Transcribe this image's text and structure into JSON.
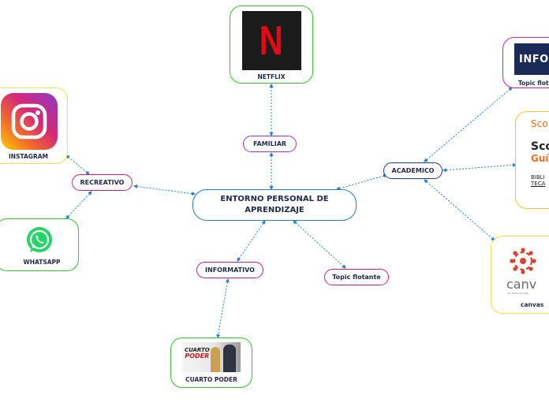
{
  "central": "ENTORNO PERSONAL DE APRENDIZAJE",
  "branches": {
    "familiar": "FAMILIAR",
    "recreativo": "RECREATIVO",
    "informativo": "INFORMATIVO",
    "academico": "ACADEMICO",
    "topic": "Topic flotante"
  },
  "cards": {
    "netflix": {
      "label": "NETFLIX",
      "logo_text": "N"
    },
    "instagram": {
      "label": "INSTAGRAM"
    },
    "whatsapp": {
      "label": "WHATSAPP"
    },
    "cuarto_poder": {
      "label": "CUARTO PODER",
      "logo_line1": "CUARTO",
      "logo_line2": "PODER"
    },
    "infos": {
      "label": "Topic flot",
      "logo_text": "INFOS"
    },
    "scopus": {
      "logo_top": "Sco",
      "logo_main": "Sco",
      "logo_sub": "Guí",
      "logo_small1": "BIBLI",
      "logo_small2": "TECA"
    },
    "canvas": {
      "label": "canvas",
      "logo_text": "canv",
      "logo_sub": "BY INSTRUCTURE"
    }
  },
  "colors": {
    "central_border": "#1f7ed0",
    "familiar_border": "#9b30d9",
    "recreativo_border": "#d21f6a",
    "informativo_border": "#c21e7b",
    "academico_border": "#1e3a8a",
    "topic_border": "#d21f6a",
    "netflix_border": "#33c52b",
    "instagram_border": "#d8ea4c",
    "whatsapp_border": "#33c52b",
    "cuarto_poder_border": "#33c52b",
    "infos_border": "#d21f9a",
    "scopus_border": "#f4c43a",
    "canvas_border": "#f2e23c",
    "link": "#1f7ed0"
  }
}
